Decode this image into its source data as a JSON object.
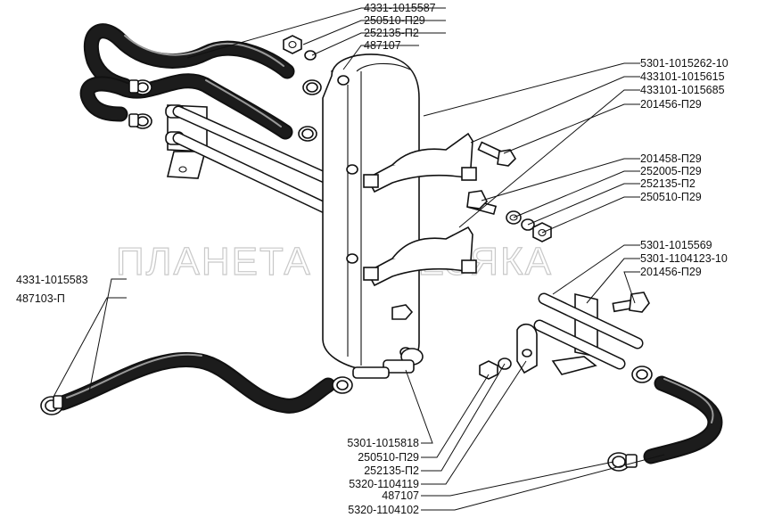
{
  "watermark": "ПЛАНЕТА ЖЕЛЕЗЯКА",
  "labels_top_left": [
    "4331-1015587",
    "250510-П29",
    "252135-П2",
    "487107"
  ],
  "labels_right_upper": [
    "5301-1015262-10",
    "433101-1015615",
    "433101-1015685",
    "201456-П29"
  ],
  "labels_right_middle": [
    "201458-П29",
    "252005-П29",
    "252135-П2",
    "250510-П29"
  ],
  "labels_right_lower": [
    "5301-1015569",
    "5301-1104123-10",
    "201456-П29"
  ],
  "labels_left": [
    "4331-1015583",
    "487103-П"
  ],
  "labels_bottom": [
    "5301-1015818",
    "250510-П29",
    "252135-П2",
    "5320-1104119",
    "487107",
    "5320-1104102"
  ]
}
